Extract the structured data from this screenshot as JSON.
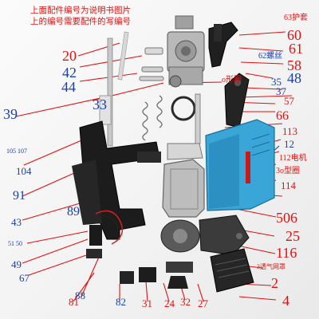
{
  "note": "上面配件编号为说明书图片上的编号需要配件的写编号",
  "colors": {
    "label_red": "#e31010",
    "label_blue": "#1a3fa8",
    "motor_blue": "#3aa6d8",
    "frame_black": "#1c1c1c"
  },
  "labels": {
    "l20": "20",
    "l42": "42",
    "l44": "44",
    "l33": "33",
    "l39": "39",
    "l105_107": "105 107",
    "l104": "104",
    "l91": "91",
    "l43": "43",
    "l51_50": "51 50",
    "l49": "49",
    "l67": "67",
    "l88": "88",
    "l81": "81",
    "l82": "82",
    "l31": "31",
    "l24": "24",
    "l32": "32",
    "l27": "27",
    "l63": "63护套",
    "l60": "60",
    "l61": "61",
    "l62": "62螺丝",
    "l58": "58",
    "l48": "48",
    "lo": "o形圈",
    "l35": "35",
    "l37": "37",
    "l57": "57",
    "l66": "66",
    "l113": "113",
    "l12": "12",
    "l112": "112电机",
    "l3o": "3o型圈",
    "l114": "114",
    "l506": "506",
    "l25": "25",
    "l116": "116",
    "l3filter": "3透气网罩",
    "l2": "2",
    "l4": "4"
  }
}
